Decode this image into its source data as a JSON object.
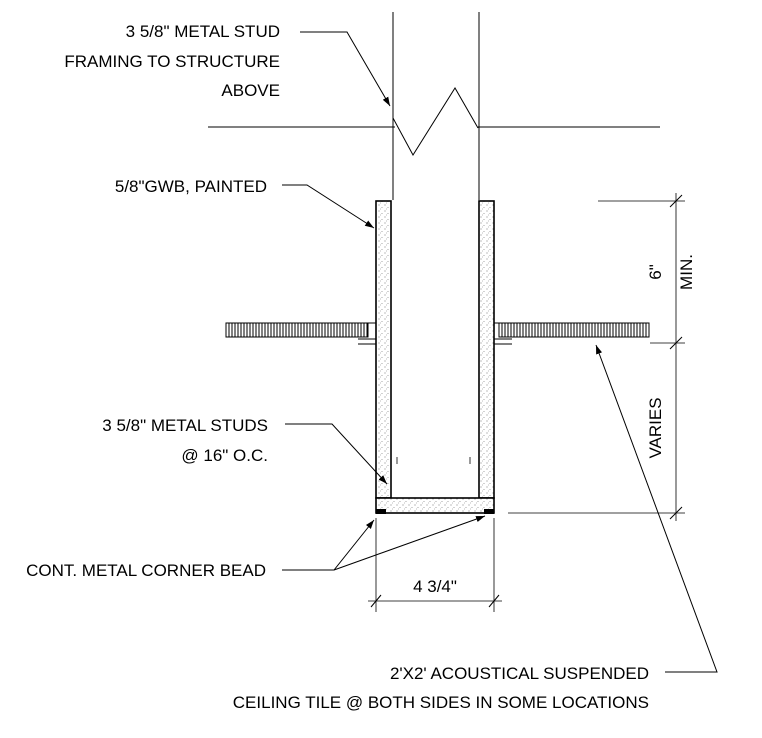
{
  "labels": {
    "stud_framing_line1": "3 5/8\" METAL STUD",
    "stud_framing_line2": "FRAMING TO STRUCTURE",
    "stud_framing_line3": "ABOVE",
    "gwb": "5/8\"GWB, PAINTED",
    "metal_studs_line1": "3 5/8\" METAL STUDS",
    "metal_studs_line2": "@ 16\" O.C.",
    "corner_bead": "CONT. METAL CORNER BEAD",
    "ceiling_line1": "2'X2' ACOUSTICAL SUSPENDED",
    "ceiling_line2": "CEILING TILE @ BOTH SIDES  IN SOME LOCATIONS"
  },
  "dimensions": {
    "width": "4 3/4\"",
    "min_height": "6\"",
    "min_suffix": "MIN.",
    "varies": "VARIES"
  }
}
